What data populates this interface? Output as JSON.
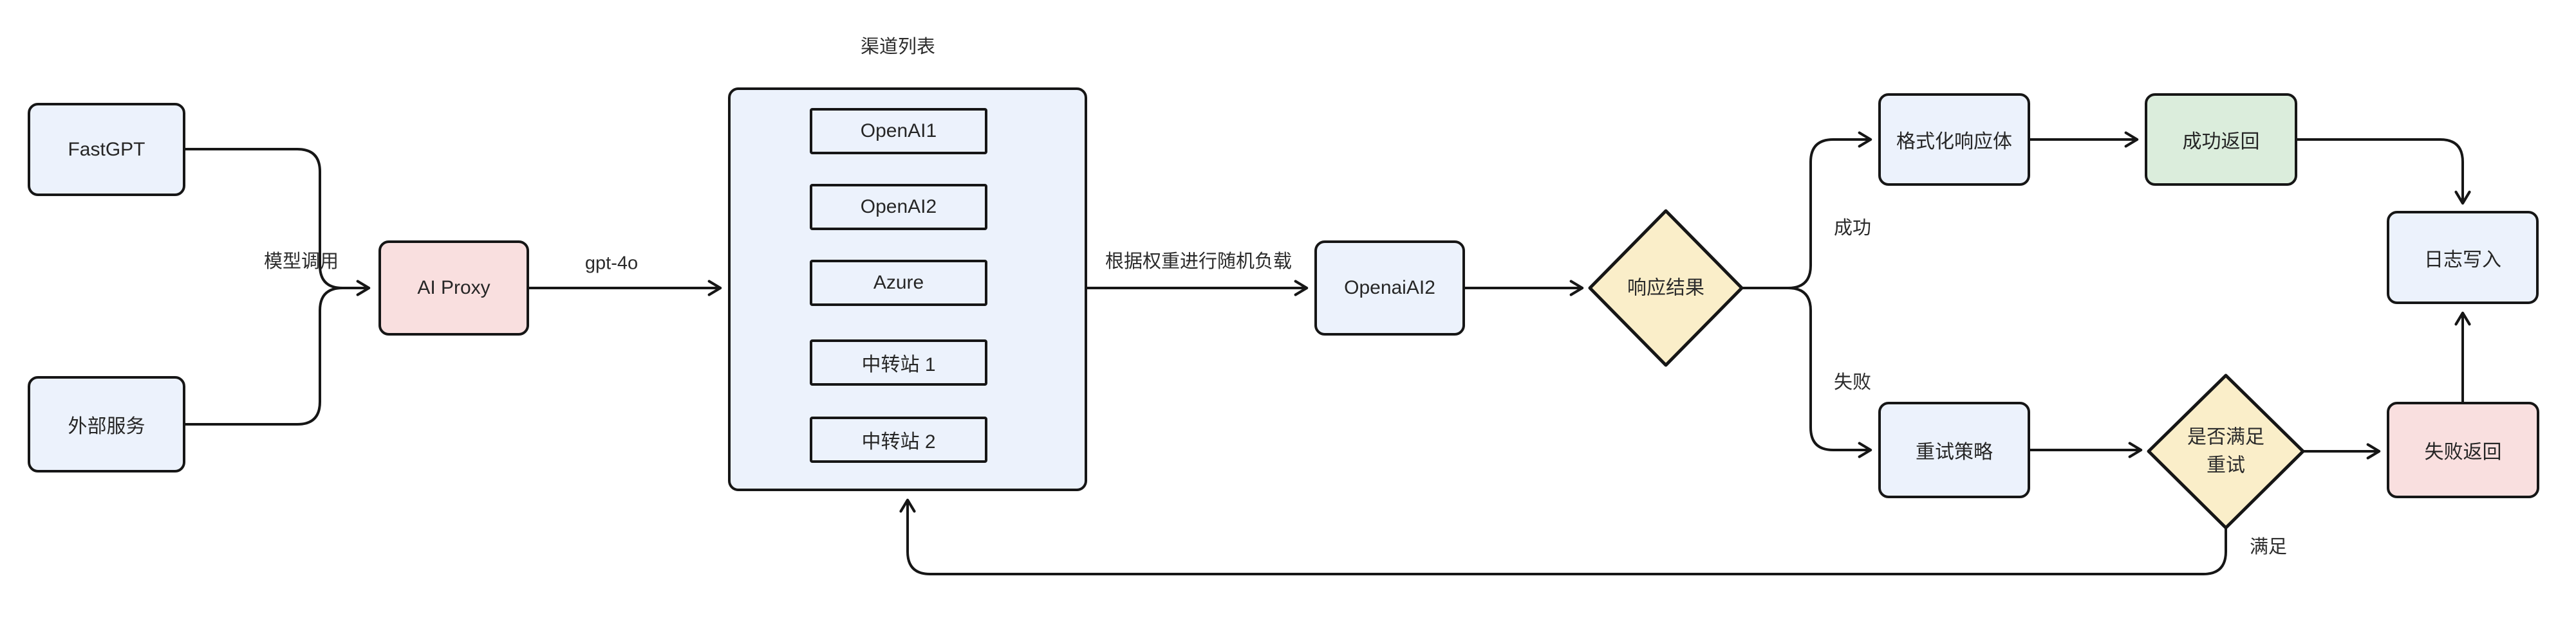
{
  "diagram": {
    "subgraph_title": "渠道列表",
    "nodes": {
      "fastgpt": {
        "label": "FastGPT"
      },
      "external_service": {
        "label": "外部服务"
      },
      "ai_proxy": {
        "label": "AI Proxy"
      },
      "openai_ai2": {
        "label": "OpenaiAI2"
      },
      "response_result": {
        "label": "响应结果"
      },
      "format_response": {
        "label": "格式化响应体"
      },
      "success_return": {
        "label": "成功返回"
      },
      "log_write": {
        "label": "日志写入"
      },
      "retry_strategy": {
        "label": "重试策略"
      },
      "retry_check": {
        "label_line1": "是否满足",
        "label_line2": "重试"
      },
      "fail_return": {
        "label": "失败返回"
      }
    },
    "channels": [
      {
        "label": "OpenAI1"
      },
      {
        "label": "OpenAI2"
      },
      {
        "label": "Azure"
      },
      {
        "label": "中转站 1"
      },
      {
        "label": "中转站 2"
      }
    ],
    "edge_labels": {
      "model_call": "模型调用",
      "model_name": "gpt-4o",
      "load_balance": "根据权重进行随机负载",
      "success": "成功",
      "fail": "失败",
      "satisfied": "满足"
    },
    "colors": {
      "node_fill": "#ECF2FC",
      "proxy_fill": "#F9DFDF",
      "success_fill": "#DBEDDC",
      "fail_fill": "#F9DFDF",
      "decision_fill": "#FAEEC9",
      "stroke": "#161616"
    }
  }
}
